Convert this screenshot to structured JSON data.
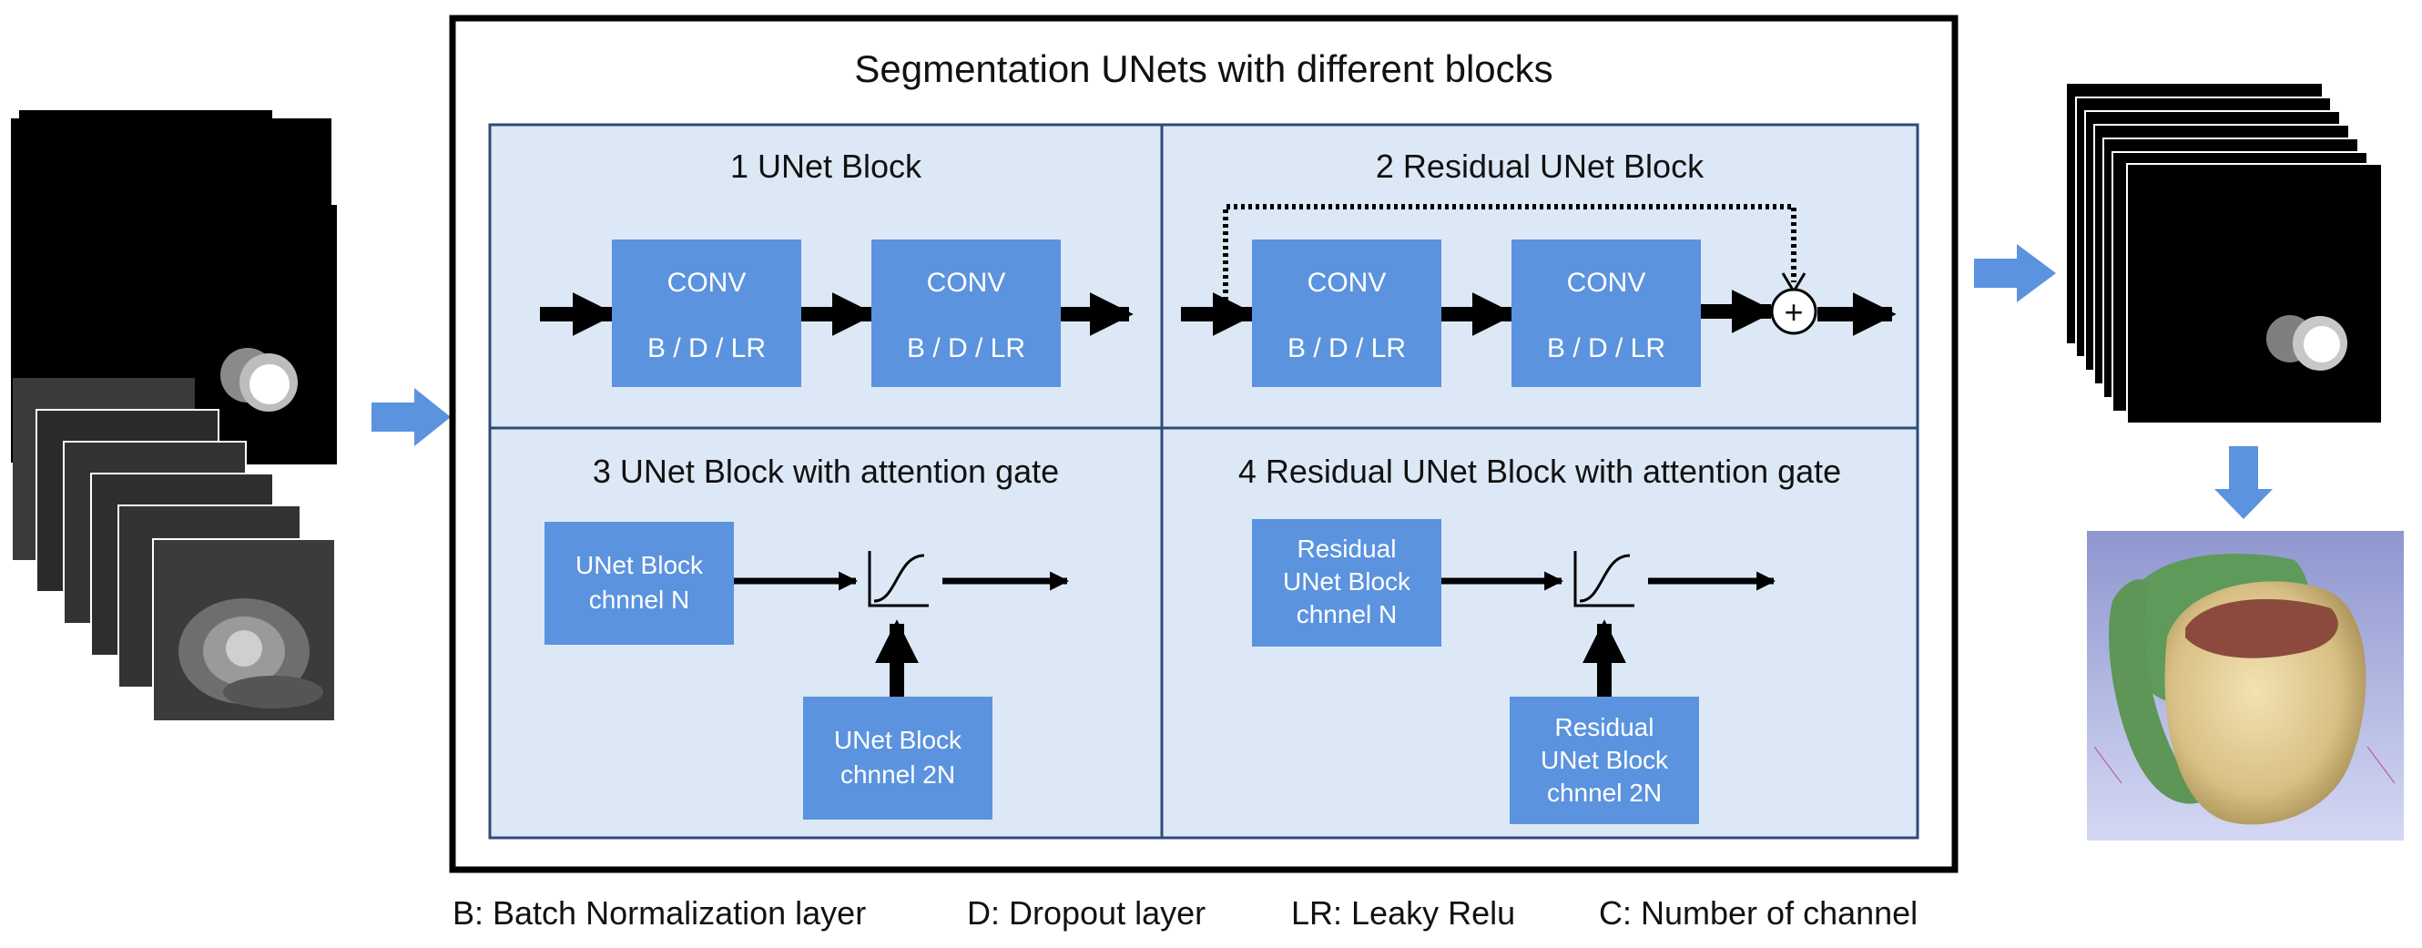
{
  "title": "Segmentation UNets with different blocks",
  "panels": [
    {
      "title": "1 UNet Block",
      "blocks": [
        {
          "line1": "CONV",
          "line2": "B / D / LR"
        },
        {
          "line1": "CONV",
          "line2": "B / D / LR"
        }
      ]
    },
    {
      "title": "2 Residual UNet Block",
      "blocks": [
        {
          "line1": "CONV",
          "line2": "B / D / LR"
        },
        {
          "line1": "CONV",
          "line2": "B / D / LR"
        }
      ],
      "sum_symbol": "+"
    },
    {
      "title": "3 UNet Block with attention gate",
      "main_block": [
        "UNet Block",
        "chnnel N"
      ],
      "gate_block": [
        "UNet Block",
        "chnnel 2N"
      ]
    },
    {
      "title": "4 Residual UNet Block with attention gate",
      "main_block": [
        "Residual",
        "UNet Block",
        "chnnel N"
      ],
      "gate_block": [
        "Residual",
        "UNet Block",
        "chnnel 2N"
      ]
    }
  ],
  "legend": {
    "b": "B: Batch Normalization layer",
    "d": "D: Dropout layer",
    "lr": "LR: Leaky Relu",
    "c": "C: Number of channel"
  },
  "colors": {
    "panel_fill": "#dde8f6",
    "panel_border": "#2e4a7a",
    "block_fill": "#5b93de",
    "outer_border": "#000000",
    "io_arrow": "#5b93de"
  },
  "icons": [
    "sigmoid-icon",
    "sum-icon",
    "mri-input-stack",
    "segmentation-output-stack",
    "heart-3d-render"
  ]
}
